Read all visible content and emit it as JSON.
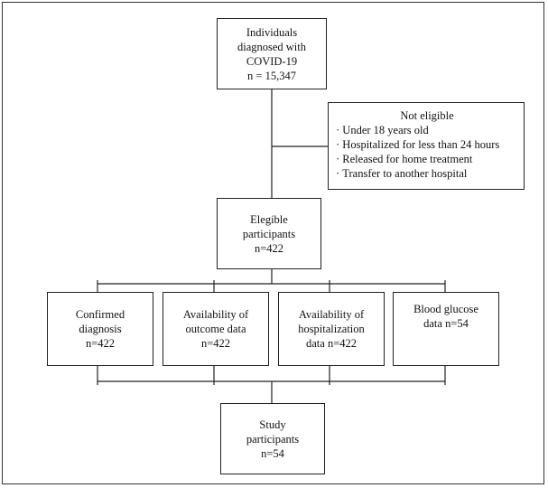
{
  "boxes": {
    "diagnosed": [
      "Individuals",
      "diagnosed with",
      "COVID-19",
      "n = 15,347"
    ],
    "eligible": [
      "Elegible",
      "participants",
      "n=422"
    ],
    "confirmed": [
      "Confirmed",
      "diagnosis",
      "n=422"
    ],
    "outcome": [
      "Availability of",
      "outcome data",
      "n=422"
    ],
    "hospitalization": [
      "Availability of",
      "hospitalization",
      "data n=422"
    ],
    "glucose": [
      "Blood glucose",
      "data n=54"
    ],
    "study": [
      "Study",
      "participants",
      "n=54"
    ]
  },
  "not_eligible": {
    "title": "Not eligible",
    "items": [
      "Under 18 years old",
      "Hospitalized for less than 24 hours",
      "Released for home treatment",
      "Transfer to another hospital"
    ]
  }
}
